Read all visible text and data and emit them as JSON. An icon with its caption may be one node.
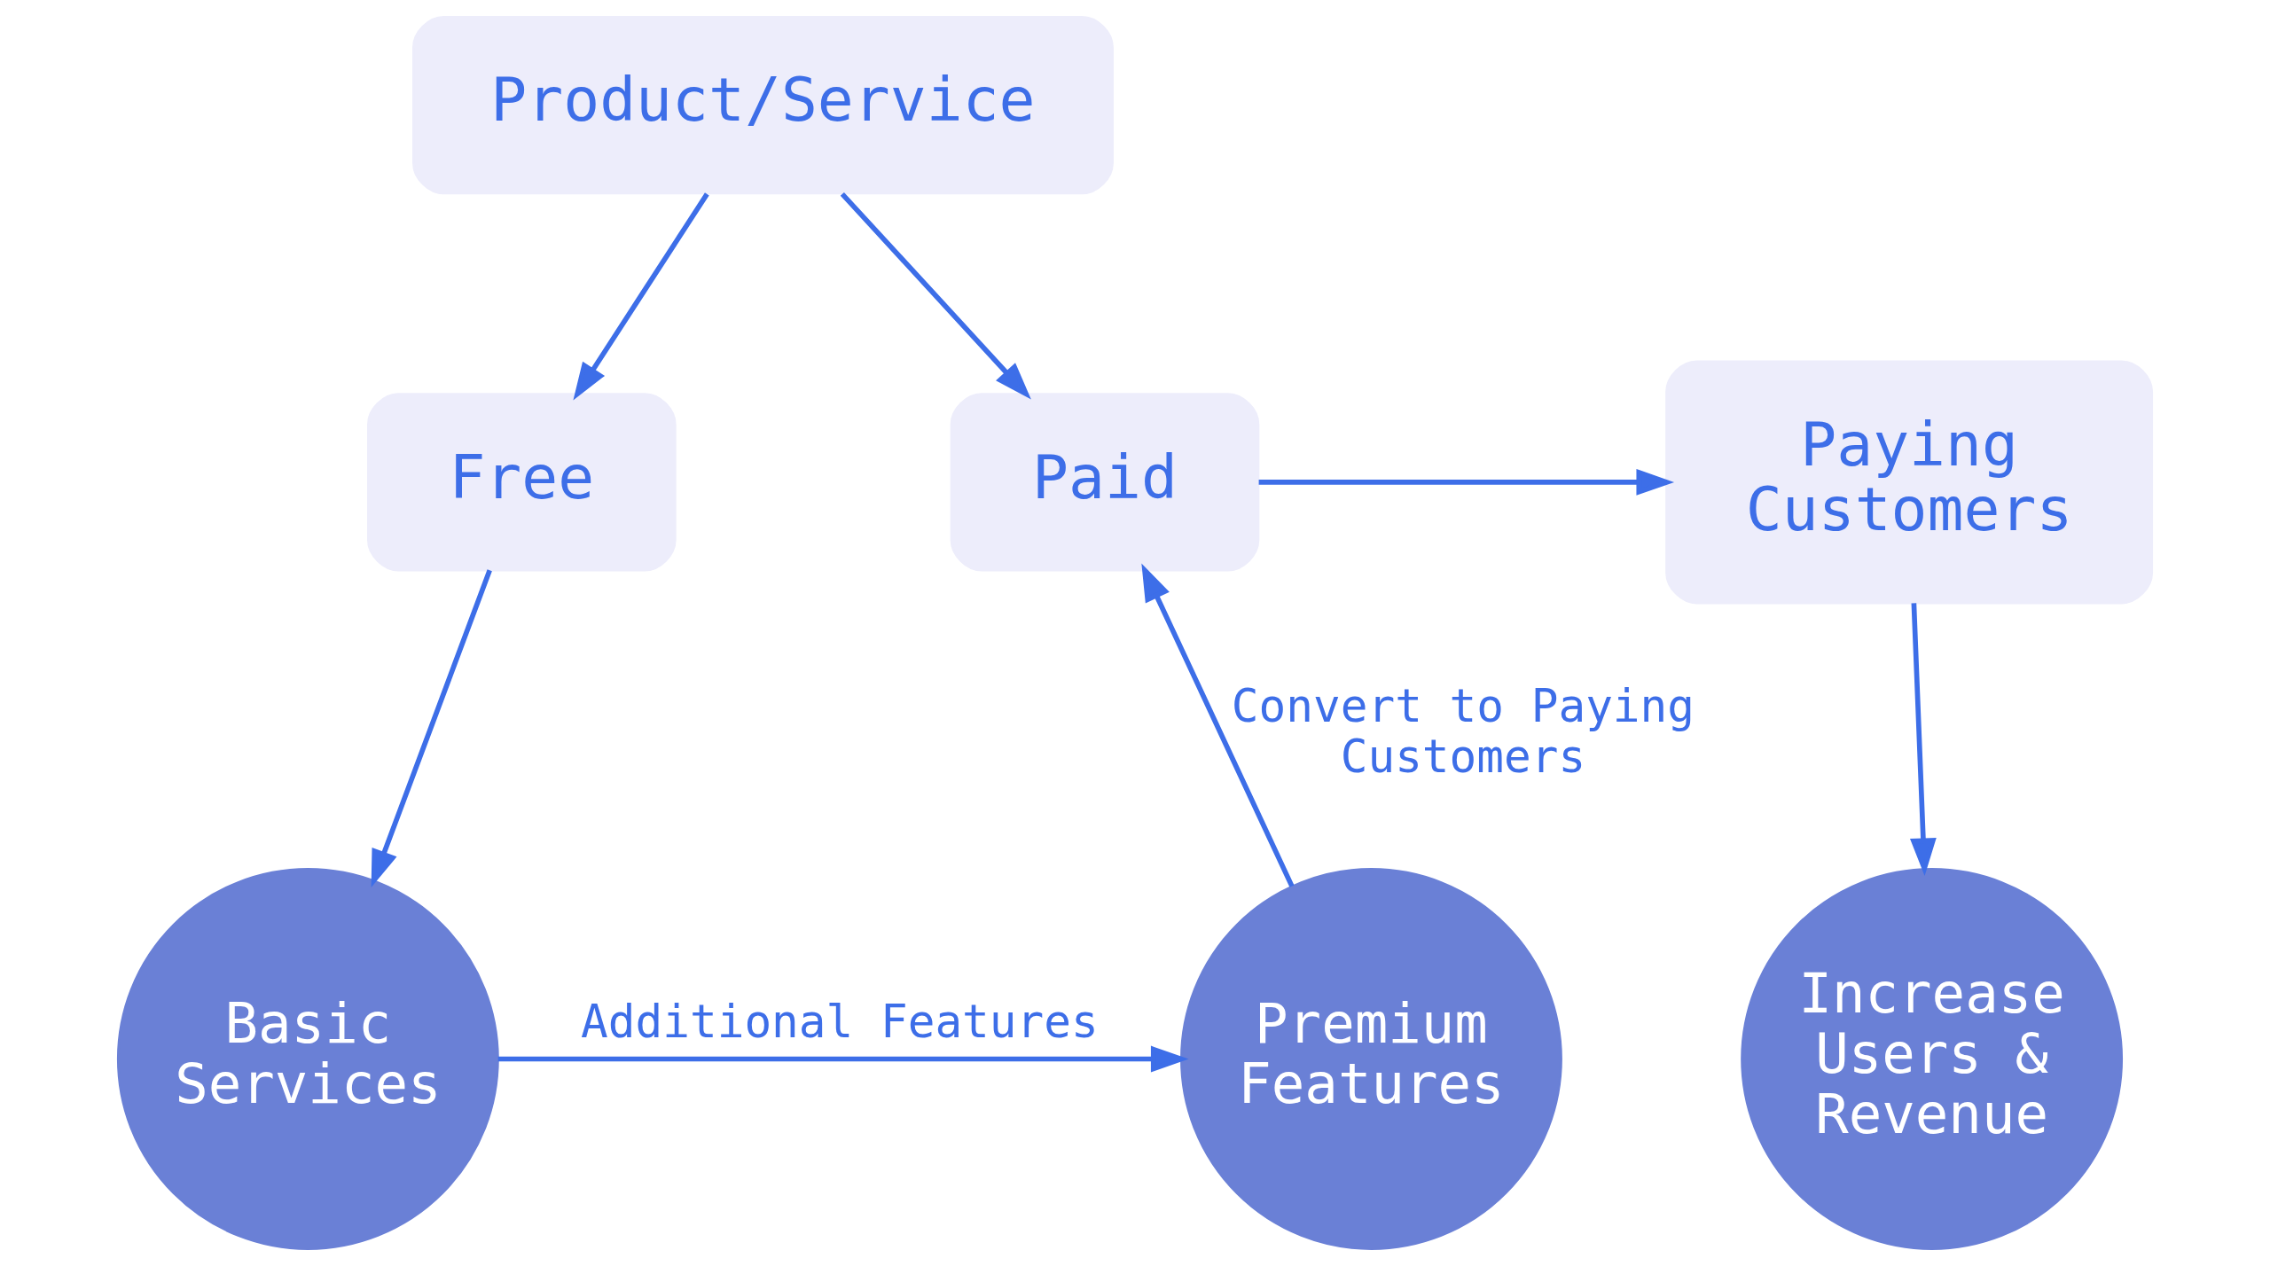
{
  "diagram": {
    "nodes": [
      {
        "text": [
          "Product/Service"
        ]
      },
      {
        "text": [
          "Free"
        ]
      },
      {
        "text": [
          "Paid"
        ]
      },
      {
        "text": [
          "Paying Customers"
        ]
      },
      {
        "text": [
          "Basic Services"
        ]
      },
      {
        "text": [
          "Premium Features"
        ]
      },
      {
        "text": [
          "Increase Users & Revenue"
        ]
      }
    ],
    "edges": [
      {
        "from": 0,
        "to": 1,
        "arrow": "to"
      },
      {
        "from": 0,
        "to": 2,
        "arrow": "to"
      },
      {
        "from": 1,
        "to": 4,
        "arrow": "to"
      },
      {
        "from": 4,
        "to": 5,
        "arrow": "to",
        "label": "Additional Features"
      },
      {
        "from": 5,
        "to": 2,
        "arrow": "to",
        "label": "Convert to Paying Customers"
      },
      {
        "from": 2,
        "to": 3,
        "arrow": "to"
      },
      {
        "from": 3,
        "to": 6,
        "arrow": "to"
      }
    ]
  }
}
